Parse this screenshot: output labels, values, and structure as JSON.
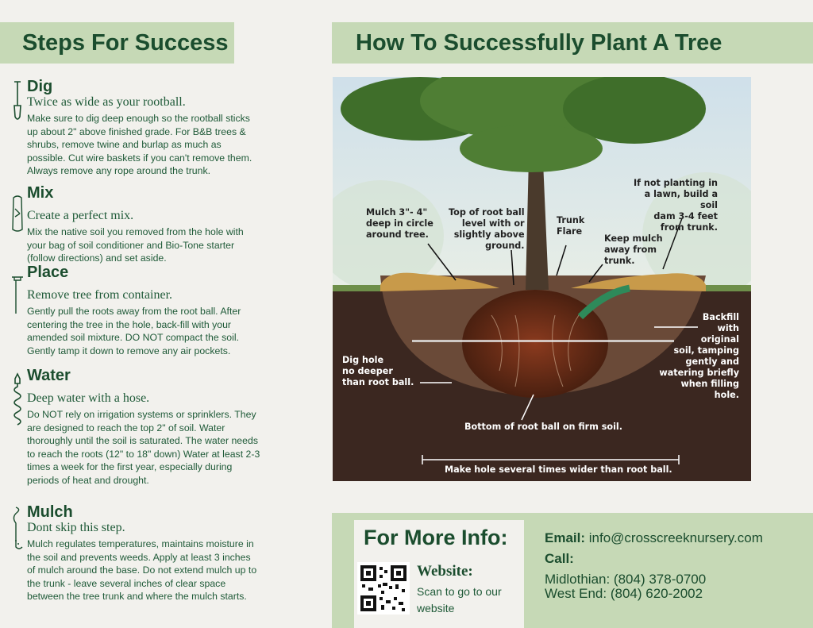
{
  "left_header": "Steps For Success",
  "right_header": "How To Successfully Plant A Tree",
  "steps": [
    {
      "title": "Dig",
      "subtitle": "Twice as wide as your rootball.",
      "body": "Make sure to dig deep enough so the rootball sticks up about 2\" above finished grade. For B&B trees & shrubs, remove twine and burlap as much as possible. Cut wire baskets if you can't remove them. Always remove any rope around the trunk.",
      "icon": "shovel-icon"
    },
    {
      "title": "Mix",
      "subtitle": "Create a perfect mix.",
      "body": " Mix the native soil you removed from the hole with your bag of soil conditioner and Bio-Tone starter (follow directions) and set aside.",
      "icon": "soil-bag-icon"
    },
    {
      "title": "Place",
      "subtitle": "Remove tree from container.",
      "body": "Gently pull the roots away from the root ball. After centering the tree in the hole, back-fill with your amended soil mixture. DO NOT compact the soil. Gently tamp it down to remove any air pockets.",
      "icon": "container-icon"
    },
    {
      "title": "Water",
      "subtitle": "Deep water with a hose.",
      "body": "Do NOT rely on irrigation systems or sprinklers. They are designed to reach the top 2\" of soil. Water thoroughly until the soil is saturated. The water needs to reach the roots (12\" to 18\" down) Water at least 2-3 times a week for the first year, especially during periods of heat and drought.",
      "icon": "hose-icon"
    },
    {
      "title": "Mulch",
      "subtitle": "Dont skip this step.",
      "body": "Mulch regulates temperatures, maintains moisture in the soil and prevents weeds. Apply at least 3 inches of mulch around the base. Do not extend mulch up to the trunk - leave several inches of clear space between the tree trunk and where the mulch starts.",
      "icon": "mulch-bag-icon"
    }
  ],
  "diagram": {
    "mulch": [
      "Mulch 3\"- 4\"",
      "deep in circle",
      "around tree."
    ],
    "root_ball_top": [
      "Top of root ball",
      "level with or",
      "slightly above",
      "ground."
    ],
    "trunk_flare": [
      "Trunk",
      "Flare"
    ],
    "keep_mulch": [
      "Keep mulch",
      "away from",
      "trunk."
    ],
    "soil_dam": [
      "If not planting in",
      "a lawn, build a soil",
      "dam 3-4 feet",
      "from trunk."
    ],
    "backfill": [
      "Backfill",
      "with",
      "original",
      "soil, tamping",
      "gently and",
      "watering briefly",
      "when filling",
      "hole."
    ],
    "dig_hole": [
      "Dig hole",
      "no deeper",
      "than root ball."
    ],
    "bottom": "Bottom of root ball on firm soil.",
    "wider": "Make hole several times wider than root ball."
  },
  "info": {
    "title": "For More Info:",
    "website_label": "Website:",
    "website_desc": "Scan to go to our website",
    "email_label": "Email:",
    "email": "info@crosscreeknursery.com",
    "call_label": "Call:",
    "phones": [
      "Midlothian: (804) 378-0700",
      "West End: (804) 620-2002"
    ]
  }
}
